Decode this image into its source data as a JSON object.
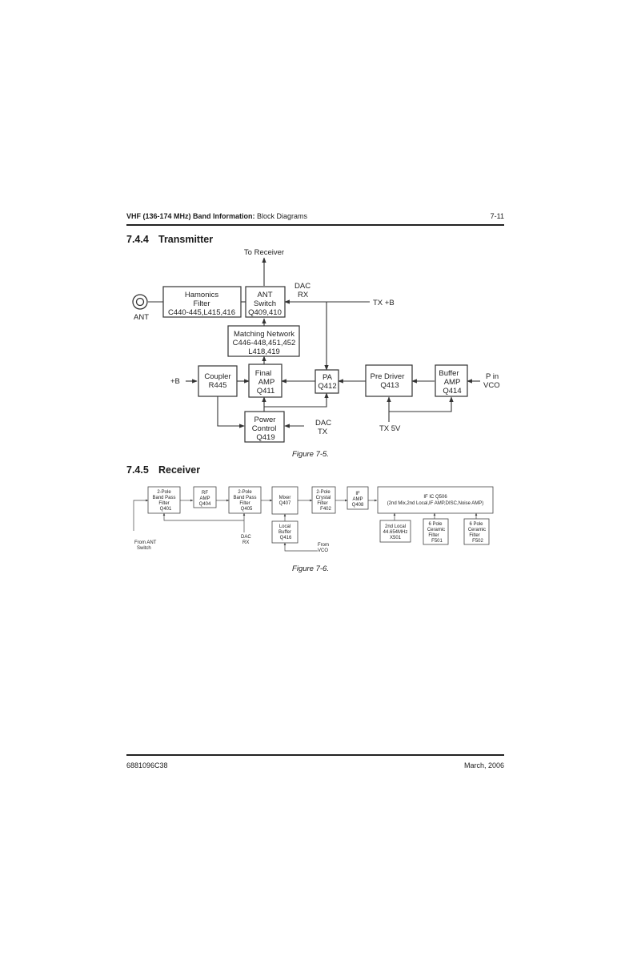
{
  "header": {
    "title_bold": "VHF (136-174 MHz) Band Information:",
    "title_rest": " Block Diagrams",
    "page_number": "7-11"
  },
  "sections": {
    "transmitter": {
      "number": "7.4.4",
      "title": "Transmitter",
      "caption": "Figure 7-5."
    },
    "receiver": {
      "number": "7.4.5",
      "title": "Receiver",
      "caption": "Figure 7-6."
    }
  },
  "transmitter": {
    "blocks": {
      "harmonics": [
        "Hamonics",
        "Filter",
        "C440-445,L415,416"
      ],
      "ant_switch": [
        "ANT",
        "Switch",
        "Q409,410"
      ],
      "matching": [
        "Matching Network",
        "C446-448,451,452",
        "L418,419"
      ],
      "coupler": [
        "Coupler",
        "R445"
      ],
      "final_amp": [
        "Final",
        "AMP",
        "Q411"
      ],
      "pa": [
        "PA",
        "Q412"
      ],
      "pre_driver": [
        "Pre Driver",
        "Q413"
      ],
      "buffer_amp": [
        "Buffer",
        "AMP",
        "Q414"
      ],
      "power_control": [
        "Power",
        "Control",
        "Q419"
      ]
    },
    "labels": {
      "to_receiver": "To Receiver",
      "ant": "ANT",
      "dac_rx": [
        "DAC",
        "RX"
      ],
      "tx_b": "TX +B",
      "plus_b": "+B",
      "p_in_vco": [
        "P in",
        "VCO"
      ],
      "dac_tx": [
        "DAC",
        "TX"
      ],
      "tx_5v": "TX 5V"
    }
  },
  "receiver": {
    "blocks": {
      "bpf1": [
        "2-Pole",
        "Band Pass",
        "Filter",
        "Q401"
      ],
      "rf_amp": [
        "RF",
        "AMP",
        "Q404"
      ],
      "bpf2": [
        "2-Pole",
        "Band Pass",
        "Filter",
        "Q405"
      ],
      "mixer": [
        "Mixer",
        "Q407"
      ],
      "crystal": [
        "2-Pole",
        "Crystal",
        "Filter",
        "F402"
      ],
      "if_amp": [
        "IF",
        "AMP",
        "Q408"
      ],
      "if_ic": [
        "IF IC  Q506",
        "(2nd Mix,2nd Local,IF AMP,DISC,Noise AMP)"
      ],
      "local_buffer": [
        "Local",
        "Buffer",
        "Q416"
      ],
      "second_local": [
        "2nd Local",
        "44.654MHz",
        "X501"
      ],
      "f501": [
        "6 Pole",
        "Ceramic",
        "Filter",
        "F501"
      ],
      "f502": [
        "6 Pole",
        "Ceramic",
        "Filter",
        "F502"
      ]
    },
    "labels": {
      "from_ant": [
        "From ANT",
        "Switch"
      ],
      "dac_rx": [
        "DAC",
        "RX"
      ],
      "from_vco": [
        "From",
        "VCO"
      ]
    }
  },
  "footer": {
    "doc_number": "6881096C38",
    "date": "March, 2006"
  }
}
